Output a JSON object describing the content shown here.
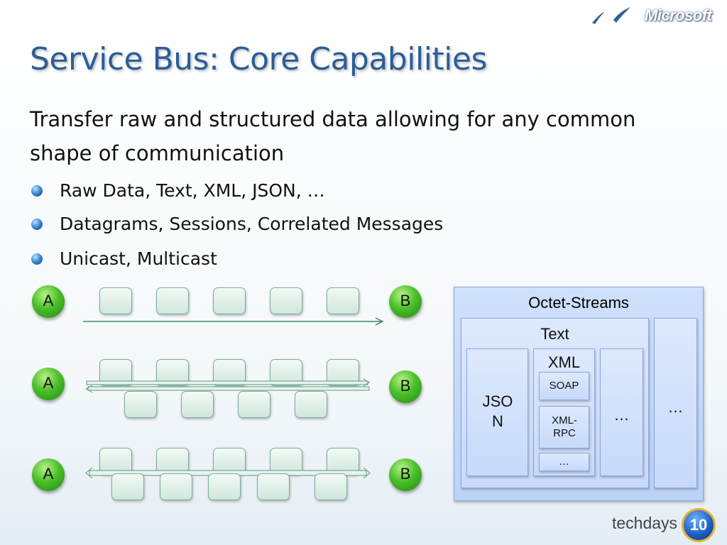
{
  "brand": {
    "microsoft_logo": "Microsoft",
    "techdays_text": "techdays",
    "techdays_number": "10"
  },
  "slide": {
    "title": "Service Bus: Core Capabilities",
    "intro": "Transfer raw and structured data allowing for any common shape of communication",
    "bullets": [
      "Raw Data, Text, XML, JSON, …",
      "Datagrams, Sessions, Correlated Messages",
      "Unicast, Multicast"
    ]
  },
  "diagram": {
    "row1": {
      "from": "A",
      "to": "B"
    },
    "row2": {
      "from": "A",
      "to": "B"
    },
    "row3": {
      "from": "A",
      "to": "B"
    }
  },
  "formats": {
    "outer": "Octet-Streams",
    "text": "Text",
    "json": "JSON",
    "xml": "XML",
    "soap": "SOAP",
    "xmlrpc": "XML-RPC",
    "xml_more": "…",
    "text_more": "…",
    "outer_more": "…"
  }
}
